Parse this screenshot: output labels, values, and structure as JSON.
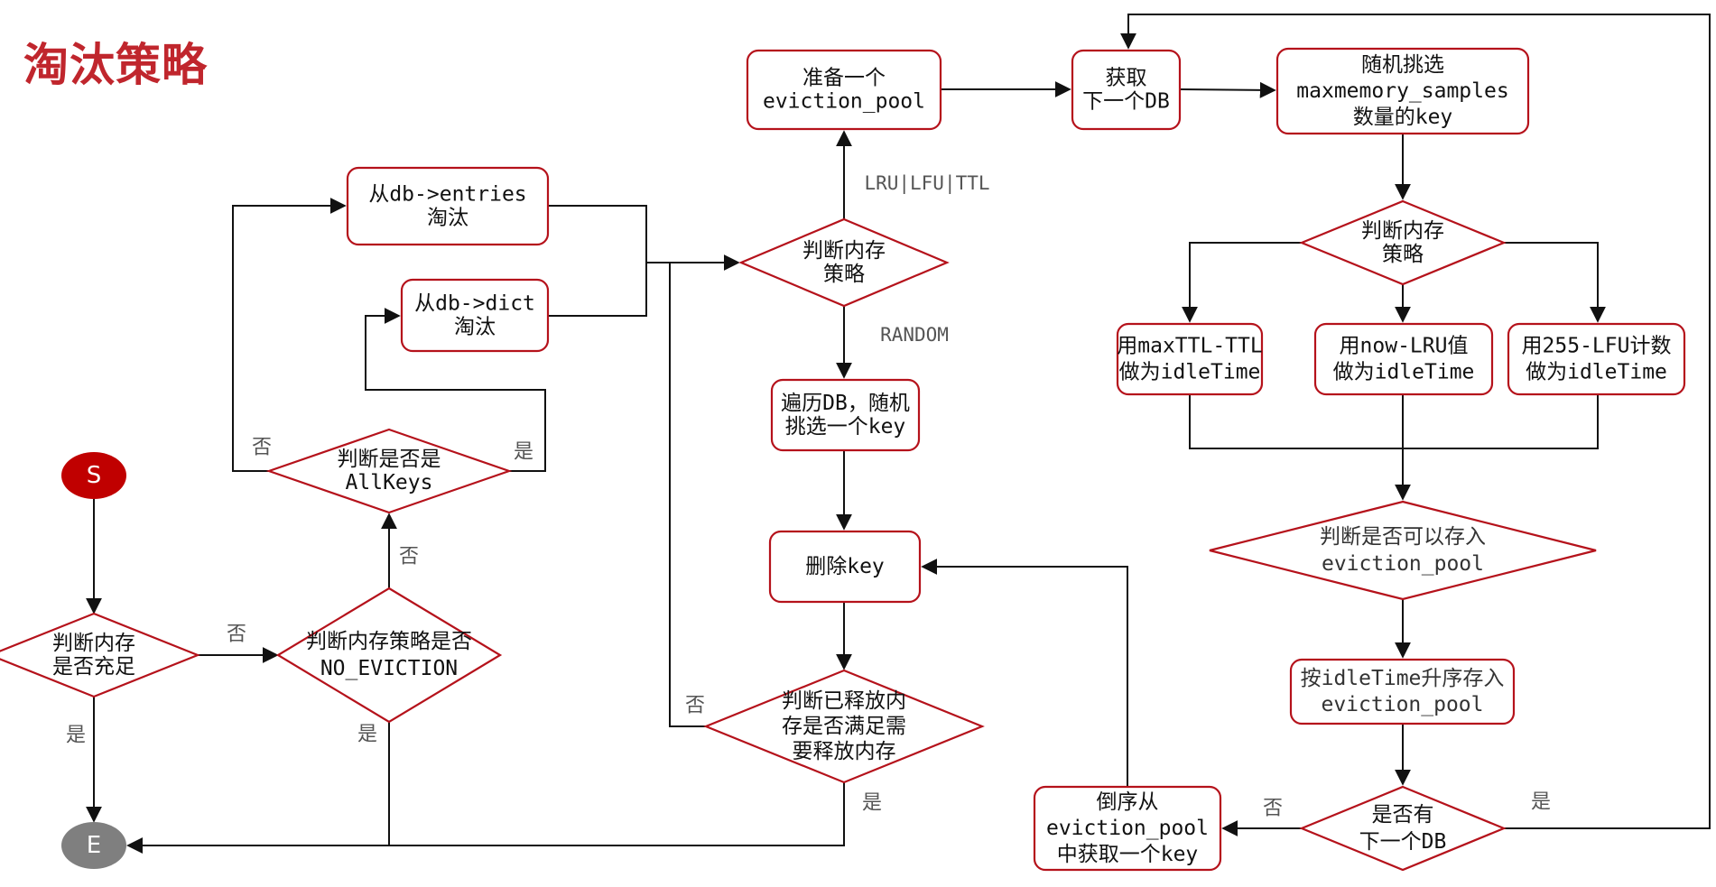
{
  "title": "淘汰策略",
  "colors": {
    "accent": "#c0262d",
    "border": "#b5121b",
    "start": "#c00000",
    "end": "#7f7f7f"
  },
  "nodes": {
    "start": "S",
    "end": "E",
    "check_memory": [
      "判断内存",
      "是否充足"
    ],
    "check_no_eviction": [
      "判断内存策略是否",
      "NO_EVICTION"
    ],
    "check_allkeys": [
      "判断是否是",
      "AllKeys"
    ],
    "evict_entries": [
      "从db->entries",
      "淘汰"
    ],
    "evict_dict": [
      "从db->dict",
      "淘汰"
    ],
    "check_policy_1": [
      "判断内存",
      "策略"
    ],
    "prepare_pool": [
      "准备一个",
      "eviction_pool"
    ],
    "get_next_db": [
      "获取",
      "下一个DB"
    ],
    "random_samples": [
      "随机挑选",
      "maxmemory_samples",
      "数量的key"
    ],
    "check_policy_2": [
      "判断内存",
      "策略"
    ],
    "ttl_idle": [
      "用maxTTL-TTL",
      "做为idleTime"
    ],
    "lru_idle": [
      "用now-LRU值",
      "做为idleTime"
    ],
    "lfu_idle": [
      "用255-LFU计数",
      "做为idleTime"
    ],
    "check_can_store": [
      "判断是否可以存入",
      "eviction_pool"
    ],
    "store_sorted": [
      "按idleTime升序存入",
      "eviction_pool"
    ],
    "check_next_db": [
      "是否有",
      "下一个DB"
    ],
    "reverse_get": [
      "倒序从",
      "eviction_pool",
      "中获取一个key"
    ],
    "traverse_random": [
      "遍历DB，随机",
      "挑选一个key"
    ],
    "delete_key": [
      "删除key"
    ],
    "check_released": [
      "判断已释放内",
      "存是否满足需",
      "要释放内存"
    ]
  },
  "edge_labels": {
    "no": "否",
    "yes": "是",
    "lru_lfu_ttl": "LRU|LFU|TTL",
    "random": "RANDOM"
  }
}
